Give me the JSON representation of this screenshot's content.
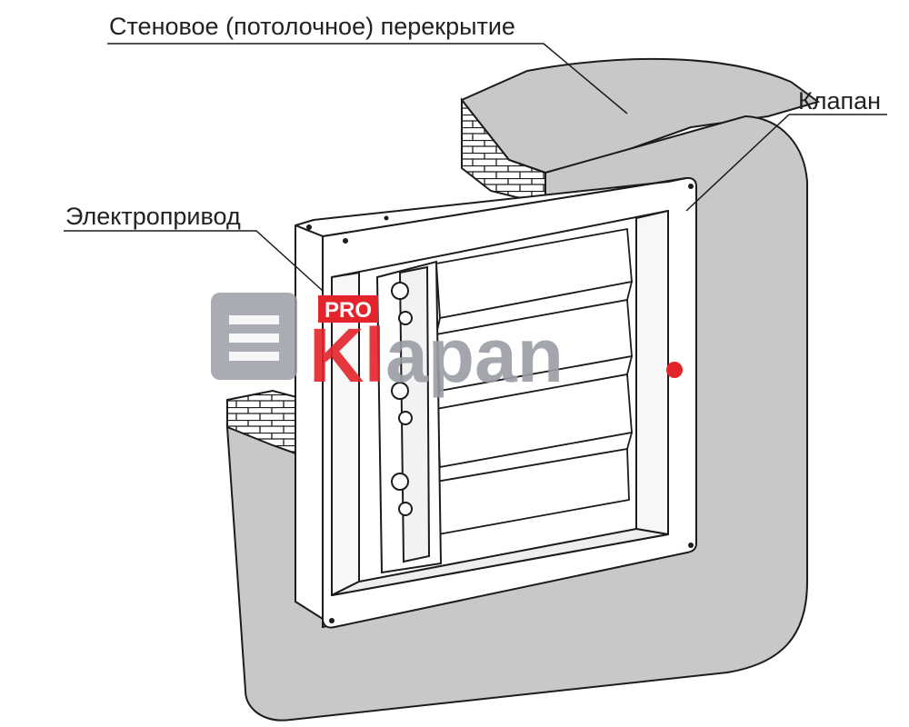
{
  "labels": {
    "wall": "Стеновое (потолочное) перекрытие",
    "valve": "Клапан",
    "drive": "Электропривод"
  },
  "watermark": {
    "badge": "PRO",
    "brand_k": "Kl",
    "brand_rest": "apan",
    "colors": {
      "gray": "#9a9ea5",
      "red": "#e3242b"
    }
  },
  "colors": {
    "wall_fill": "#c8c8c8",
    "line": "#1c1c1c",
    "frame": "#ffffff"
  }
}
